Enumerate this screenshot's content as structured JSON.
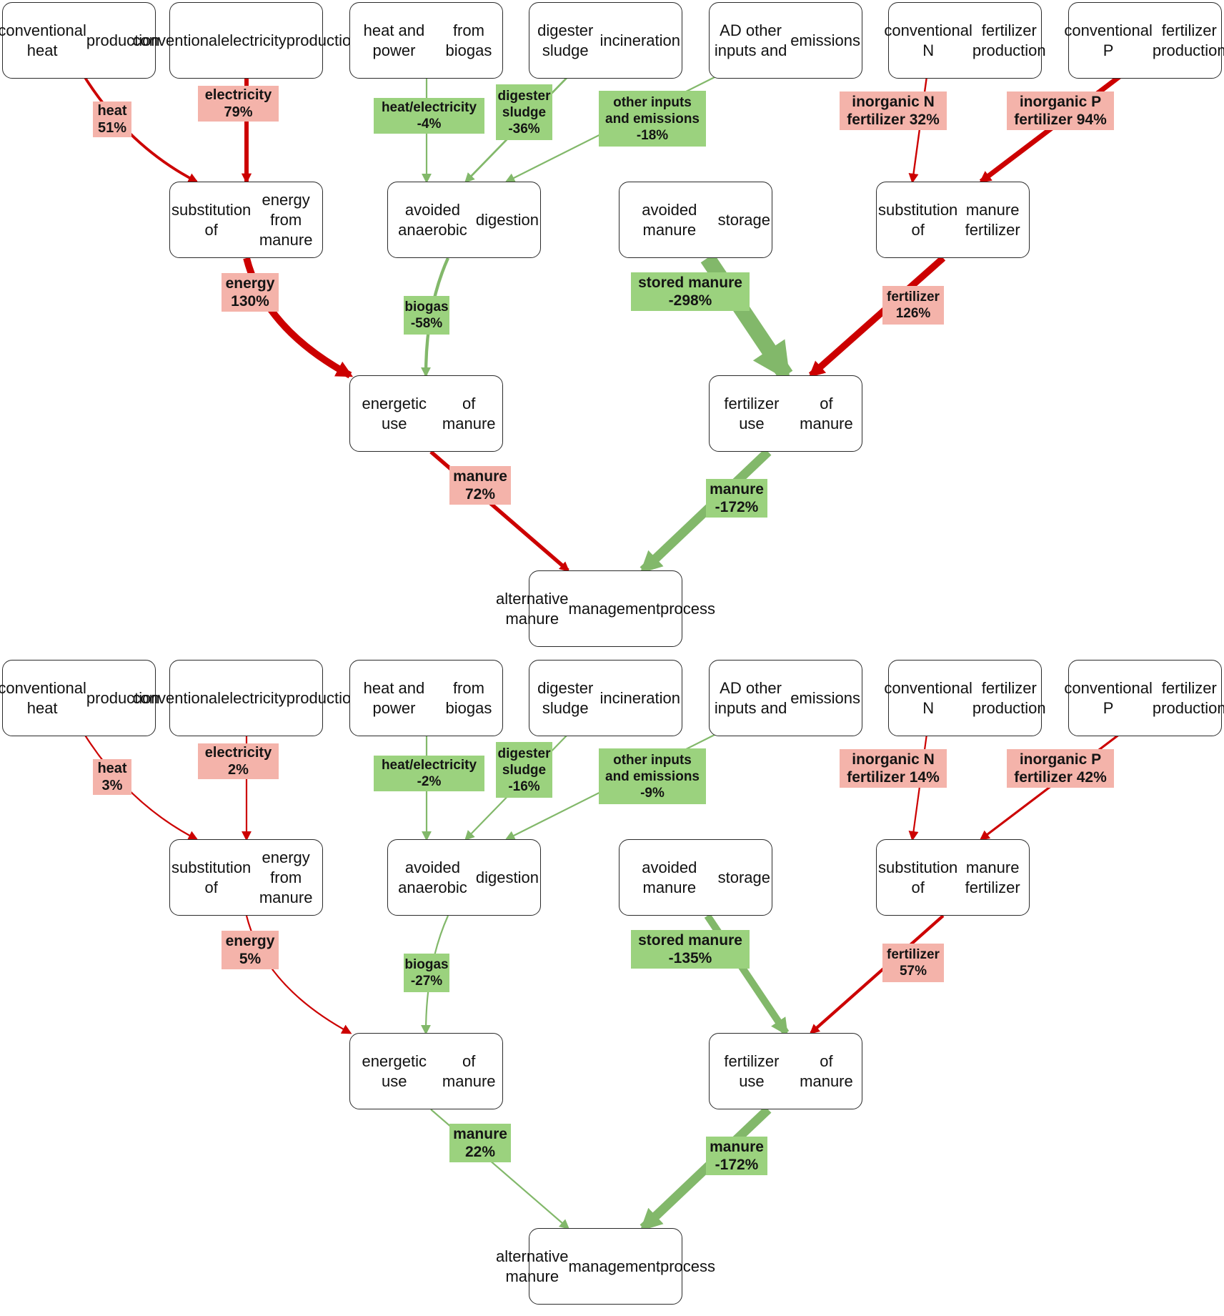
{
  "colors": {
    "increase": "#cc0000",
    "increase_label": "#f4b3aa",
    "decrease": "#82b86a",
    "decrease_label": "#9bd27e",
    "border": "#2a2a2a"
  },
  "panels": [
    {
      "nodes": {
        "conv_heat": "conventional heat\nproduction",
        "conv_elec": "conventional\nelectricity\nproduction",
        "hp_biogas": "heat and power\nfrom biogas",
        "sludge_inc": "digester sludge\nincineration",
        "ad_other": "AD other inputs and\nemissions",
        "conv_n": "conventional N\nfertilizer production",
        "conv_p": "conventional P\nfertilizer production",
        "subst_energy": "substitution of\nenergy from manure",
        "avoided_ad": "avoided anaerobic\ndigestion",
        "avoided_storage": "avoided manure\nstorage",
        "subst_fert": "substitution of\nmanure fertilizer",
        "energetic_use": "energetic use\nof manure",
        "fert_use": "fertilizer use\nof manure",
        "alt_process": "alternative manure\nmanagement\nprocess"
      },
      "flows": {
        "heat": {
          "name": "heat",
          "value": "51%",
          "sign": "increase"
        },
        "electricity": {
          "name": "electricity",
          "value": "79%",
          "sign": "increase"
        },
        "heat_electricity": {
          "name": "heat/electricity",
          "value": "-4%",
          "sign": "decrease"
        },
        "digester_sludge": {
          "name": "digester\nsludge",
          "value": "-36%",
          "sign": "decrease"
        },
        "other_inputs": {
          "name": "other inputs\nand emissions",
          "value": "-18%",
          "sign": "decrease"
        },
        "inorganic_n": {
          "name": "inorganic N",
          "value": "fertilizer 32%",
          "sign": "increase"
        },
        "inorganic_p": {
          "name": "inorganic P",
          "value": "fertilizer 94%",
          "sign": "increase"
        },
        "energy": {
          "name": "energy",
          "value": "130%",
          "sign": "increase"
        },
        "biogas": {
          "name": "biogas",
          "value": "-58%",
          "sign": "decrease"
        },
        "stored_manure": {
          "name": "stored manure",
          "value": "-298%",
          "sign": "decrease"
        },
        "fertilizer": {
          "name": "fertilizer",
          "value": "126%",
          "sign": "increase"
        },
        "manure_energetic": {
          "name": "manure",
          "value": "72%",
          "sign": "increase"
        },
        "manure_fert": {
          "name": "manure",
          "value": "-172%",
          "sign": "decrease"
        }
      }
    },
    {
      "nodes": {
        "conv_heat": "conventional heat\nproduction",
        "conv_elec": "conventional\nelectricity\nproduction",
        "hp_biogas": "heat and power\nfrom biogas",
        "sludge_inc": "digester sludge\nincineration",
        "ad_other": "AD other inputs and\nemissions",
        "conv_n": "conventional N\nfertilizer production",
        "conv_p": "conventional P\nfertilizer production",
        "subst_energy": "substitution of\nenergy from manure",
        "avoided_ad": "avoided anaerobic\ndigestion",
        "avoided_storage": "avoided manure\nstorage",
        "subst_fert": "substitution of\nmanure fertilizer",
        "energetic_use": "energetic use\nof manure",
        "fert_use": "fertilizer use\nof manure",
        "alt_process": "alternative manure\nmanagement\nprocess"
      },
      "flows": {
        "heat": {
          "name": "heat",
          "value": "3%",
          "sign": "increase"
        },
        "electricity": {
          "name": "electricity",
          "value": "2%",
          "sign": "increase"
        },
        "heat_electricity": {
          "name": "heat/electricity",
          "value": "-2%",
          "sign": "decrease"
        },
        "digester_sludge": {
          "name": "digester\nsludge",
          "value": "-16%",
          "sign": "decrease"
        },
        "other_inputs": {
          "name": "other inputs\nand emissions",
          "value": "-9%",
          "sign": "decrease"
        },
        "inorganic_n": {
          "name": "inorganic N",
          "value": "fertilizer 14%",
          "sign": "increase"
        },
        "inorganic_p": {
          "name": "inorganic P",
          "value": "fertilizer 42%",
          "sign": "increase"
        },
        "energy": {
          "name": "energy",
          "value": "5%",
          "sign": "increase"
        },
        "biogas": {
          "name": "biogas",
          "value": "-27%",
          "sign": "decrease"
        },
        "stored_manure": {
          "name": "stored manure",
          "value": "-135%",
          "sign": "decrease"
        },
        "fertilizer": {
          "name": "fertilizer",
          "value": "57%",
          "sign": "increase"
        },
        "manure_energetic": {
          "name": "manure",
          "value": "22%",
          "sign": "decrease"
        },
        "manure_fert": {
          "name": "manure",
          "value": "-172%",
          "sign": "decrease"
        }
      }
    }
  ]
}
